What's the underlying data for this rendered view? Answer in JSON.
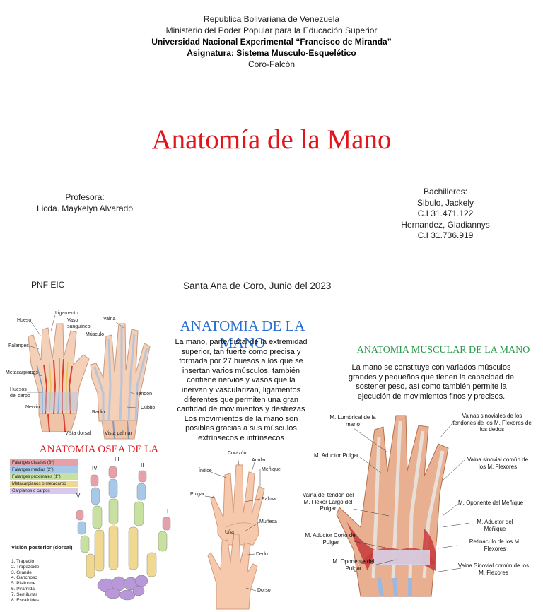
{
  "header": {
    "line1": "Republica Bolivariana de Venezuela",
    "line2": "Ministerio del Poder Popular para la Educación Superior",
    "line3": "Universidad Nacional Experimental “Francisco de Miranda”",
    "line4": "Asignatura: Sistema Musculo-Esquelético",
    "line5": "Coro-Falcón"
  },
  "title": "Anatomía de la Mano",
  "professor": {
    "label": "Profesora:",
    "name": "Licda. Maykelyn Alvarado"
  },
  "students": {
    "label": "Bachilleres:",
    "s1_name": "Sibulo, Jackely",
    "s1_ci": "C.I 31.471.122",
    "s2_name": "Hernandez, Gladiannys",
    "s2_ci": "C.I 31.736.919"
  },
  "program": "PNF EIC",
  "place_date": "Santa Ana de Coro, Junio del 2023",
  "section_anatomy": {
    "title": "ANATOMIA DE LA MANO",
    "text": "La mano, parte distal de la extremidad superior, tan fuerte como precisa y formada por 27 huesos a los que se insertan varios músculos, también contiene nervios y vasos que la inervan y vascularizan, ligamentos diferentes que permiten una gran cantidad de movimientos y destrezas Los movimientos de la mano son posibles gracias a sus músculos extrínsecos e intrínsecos"
  },
  "section_muscular": {
    "title": "ANATOMIA MUSCULAR DE LA MANO",
    "text": "La mano se constituye con variados músculos grandes y pequeños que tienen la capacidad de sostener peso, así como también permite la ejecución de movimientos finos y precisos."
  },
  "section_bone": {
    "title": "ANATOMIA OSEA DE LA"
  },
  "fig_vascular": {
    "labels": {
      "hueso": "Hueso",
      "ligamento": "Ligamento",
      "vaso": "Vaso sanguíneo",
      "musculo": "Músculo",
      "vaina": "Vaina",
      "falanges": "Falanges",
      "metacarpianos": "Metacarpianos",
      "huesos_carpo": "Huesos del carpo",
      "nervio": "Nervio",
      "radio": "Radio",
      "tendon": "Tendón",
      "cubito": "Cúbito",
      "vista_dorsal": "Vista dorsal",
      "vista_palmar": "Vista palmar"
    }
  },
  "fig_surface": {
    "labels": {
      "corazon": "Corazón",
      "anular": "Anular",
      "menique": "Meñique",
      "indice": "Índice",
      "pulgar": "Pulgar",
      "palma": "Palma",
      "muneca": "Muñeca",
      "una": "Uña",
      "dedo": "Dedo",
      "dorso": "Dorso"
    }
  },
  "fig_bone": {
    "legend": [
      {
        "label": "Falanges distales (3º)",
        "color": "#e8a0a8"
      },
      {
        "label": "Falanges medias (2º)",
        "color": "#a8c8e8"
      },
      {
        "label": "Falanges proximales (1º)",
        "color": "#c8e0a0"
      },
      {
        "label": "Metacarpianos o metacarpo",
        "color": "#f0d890"
      },
      {
        "label": "Carpianos o carpos",
        "color": "#d8c8ec"
      }
    ],
    "roman": [
      "V",
      "IV",
      "III",
      "II",
      "I"
    ],
    "vision_title": "Visión posterior (dorsal)",
    "carpals": [
      "1. Trapecio",
      "2. Trapezoide",
      "3. Grande",
      "4. Ganchoso",
      "5. Pisiforme",
      "6. Piramidal",
      "7. Semilunar",
      "8. Escafoides"
    ]
  },
  "fig_muscle": {
    "left_labels": {
      "lumbrical": "M. Lumbrical de la mano",
      "aductor_pulgar": "M. Aductor Pulgar",
      "vaina_flexor": "Vaina del tendón del M. Flexor Largo del Pulgar",
      "aductor_corto": "M. Aductor Corto del Pulgar",
      "oponente_pulgar": "M. Oponente del Pulgar"
    },
    "right_labels": {
      "vainas_sinoviales": "Vainas sinoviales de los tendones de los M. Flexores de los dedos",
      "vaina_comun": "Vaina sinovial común de los M. Flexores",
      "oponente_menique": "M. Oponente del Meñique",
      "aductor_menique": "M. Aductor del Meñique",
      "retinaculo": "Retinaculo de los M. Flexores",
      "vaina_comun2": "Vaina Sinovial común de los M. Flexores"
    }
  }
}
